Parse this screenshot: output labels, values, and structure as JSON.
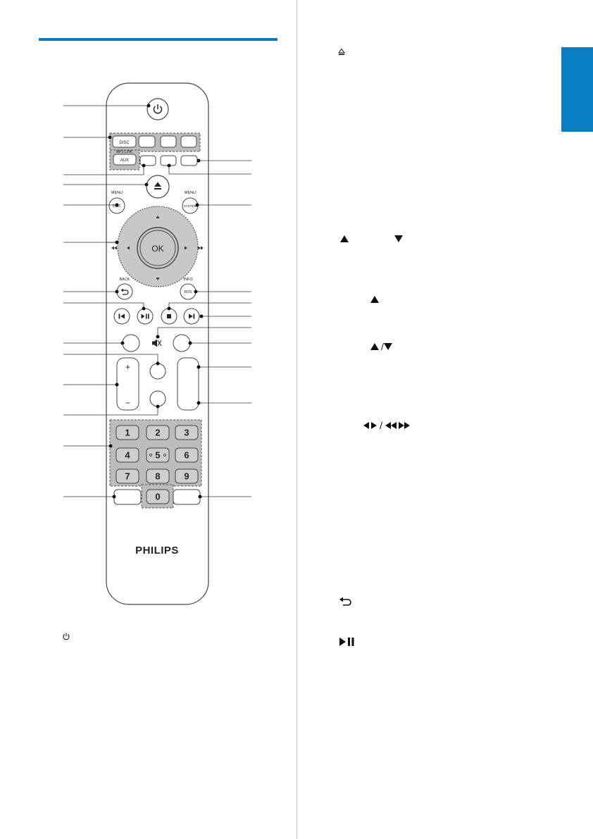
{
  "colors": {
    "accent": "#0a7ec2",
    "keypad_fill": "#bcbcbc",
    "nav_ring": "#c8c8c8"
  },
  "remote": {
    "brand": "PHILIPS",
    "disc_label": "DISC",
    "mp3link_label": "MP3-LINK",
    "aux_label": "AUX",
    "menu_left_label": "MENU",
    "disc_button_label": "DISC",
    "menu_right_label": "MENU",
    "system_button_label": "SYSTEM",
    "ok_label": "OK",
    "back_label": "BACK",
    "info_label": "INFO",
    "rds_label": "RDS",
    "vol_plus": "+",
    "vol_minus": "−",
    "digits": [
      "1",
      "2",
      "3",
      "4",
      "5",
      "6",
      "7",
      "8",
      "9",
      "0"
    ]
  },
  "icons": {
    "power": "power-icon",
    "eject": "eject-icon",
    "up": "up-triangle-icon",
    "down": "down-triangle-icon",
    "left_right": "left-right-icon",
    "rewind_ff": "rewind-fastforward-icon",
    "back": "back-arrow-icon",
    "play_pause": "play-pause-icon",
    "stop": "stop-icon",
    "prev": "previous-icon",
    "next": "next-icon",
    "mute": "mute-icon"
  }
}
